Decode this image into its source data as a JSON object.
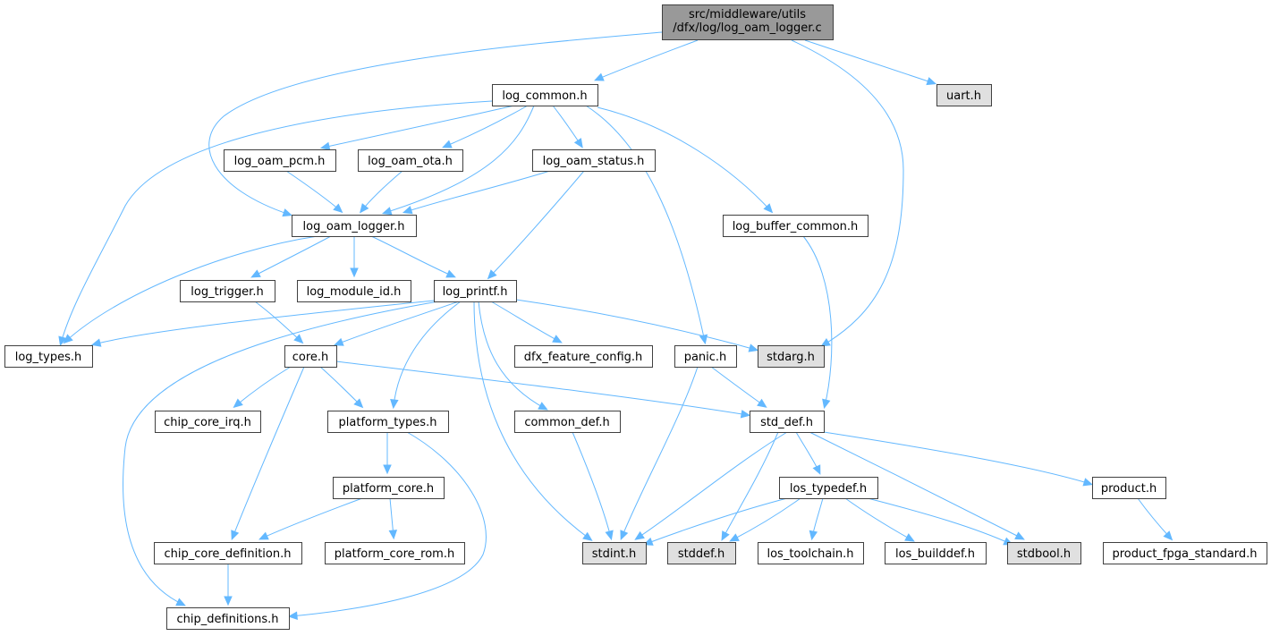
{
  "graph": {
    "root": {
      "line1": "src/middleware/utils",
      "line2": "/dfx/log/log_oam_logger.c"
    },
    "files": {
      "log_common": "log_common.h",
      "uart": "uart.h",
      "log_oam_pcm": "log_oam_pcm.h",
      "log_oam_ota": "log_oam_ota.h",
      "log_oam_status": "log_oam_status.h",
      "log_oam_logger": "log_oam_logger.h",
      "log_buffer_common": "log_buffer_common.h",
      "log_trigger": "log_trigger.h",
      "log_module_id": "log_module_id.h",
      "log_printf": "log_printf.h",
      "log_types": "log_types.h",
      "core": "core.h",
      "dfx_feature_config": "dfx_feature_config.h",
      "panic": "panic.h",
      "stdarg": "stdarg.h",
      "chip_core_irq": "chip_core_irq.h",
      "platform_types": "platform_types.h",
      "common_def": "common_def.h",
      "std_def": "std_def.h",
      "platform_core": "platform_core.h",
      "los_typedef": "los_typedef.h",
      "product": "product.h",
      "chip_core_definition": "chip_core_definition.h",
      "platform_core_rom": "platform_core_rom.h",
      "stdint": "stdint.h",
      "stddef": "stddef.h",
      "los_toolchain": "los_toolchain.h",
      "los_builddef": "los_builddef.h",
      "stdbool": "stdbool.h",
      "product_fpga_standard": "product_fpga_standard.h",
      "chip_definitions": "chip_definitions.h"
    },
    "colors": {
      "root_fill": "#999999",
      "node_fill": "#ffffff",
      "system_header_fill": "#e0e0e0",
      "border": "#404040",
      "edge": "#63b8ff"
    }
  }
}
